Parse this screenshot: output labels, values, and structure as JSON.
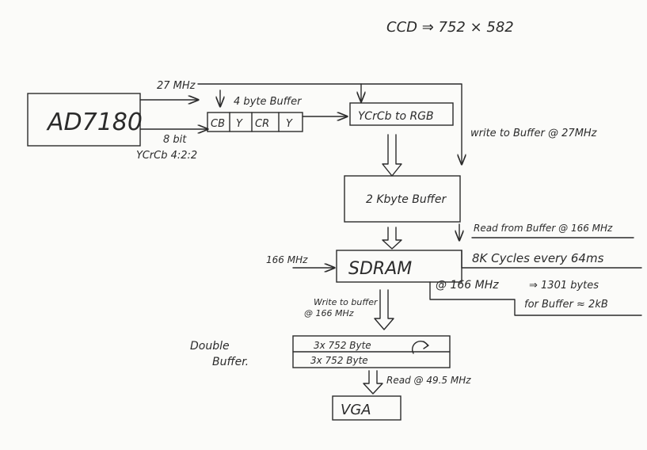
{
  "title": "CCD ⇒ 752 × 582",
  "blocks": {
    "ad7180": "AD7180",
    "ycrcb_rgb": "YCrCb to RGB",
    "kbyte_buffer": "2 Kbyte Buffer",
    "sdram": "SDRAM",
    "vga": "VGA"
  },
  "buffer4": {
    "label": "4 byte Buffer",
    "cells": [
      "CB",
      "Y",
      "CR",
      "Y"
    ]
  },
  "double_buffer": {
    "label_line1": "Double",
    "label_line2": "Buffer.",
    "row1": "3x 752 Byte",
    "row2": "3x 752 Byte"
  },
  "annotations": {
    "clk27": "27 MHz",
    "bits8": "8 bit",
    "ycbcr": "YCrCb 4:2:2",
    "write27": "write to Buffer @ 27MHz",
    "read166": "Read from Buffer @ 166 MHz",
    "clk166": "166 MHz",
    "cycles": "8K Cycles every 64ms",
    "at166": "@ 166 MHz",
    "bytes1301": "⇒ 1301 bytes",
    "forbuffer": "for Buffer ≈ 2kB",
    "write166_line1": "Write to buffer",
    "write166_line2": "@ 166 MHz",
    "read49": "Read @ 49.5 MHz"
  }
}
